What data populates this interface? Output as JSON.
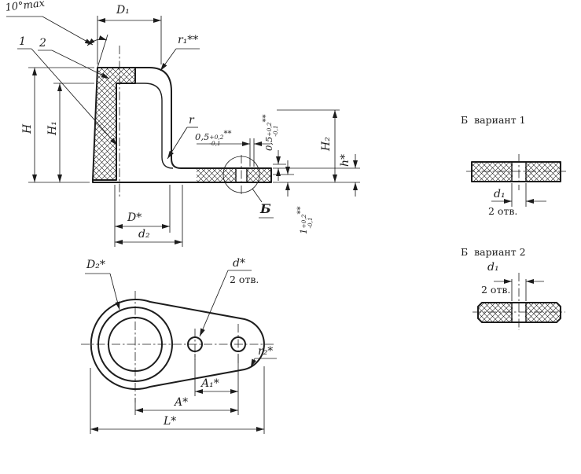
{
  "meta": {
    "bg": "#ffffff",
    "ink": "#1d1d1d"
  },
  "section_view": {
    "angle_limit": "10°max",
    "item_1": "1",
    "item_2": "2",
    "dia_D1": "D₁",
    "radius_r1": "r₁**",
    "height_H": "H",
    "height_H1": "H₁",
    "radius_r": "r",
    "tol_edge_top": {
      "value": "0,5",
      "plus": "+0,2",
      "minus": "-0,1",
      "stars": "**"
    },
    "tol_edge_side": {
      "value": "0,5",
      "plus": "+0,2",
      "minus": "-0,1",
      "stars": "**"
    },
    "tol_depth": {
      "value": "1",
      "plus": "+0,2",
      "minus": "-0,1",
      "stars": "**"
    },
    "height_H2": "H₂",
    "height_h": "h*",
    "detail_mark": "Б",
    "dia_D": "D*",
    "dia_d2": "d₂"
  },
  "plan_view": {
    "dia_D2": "D₂*",
    "hole_d": "d*",
    "hole_count": "2 отв.",
    "radius_r2": "r₂*",
    "dist_A1": "A₁*",
    "dist_A": "A*",
    "length_L": "L*"
  },
  "detail_variant_1": {
    "title": "Б  вариант 1",
    "hole_d1": "d₁",
    "hole_count": "2 отв."
  },
  "detail_variant_2": {
    "title": "Б  вариант 2",
    "hole_d1": "d₁",
    "hole_count": "2 отв."
  }
}
